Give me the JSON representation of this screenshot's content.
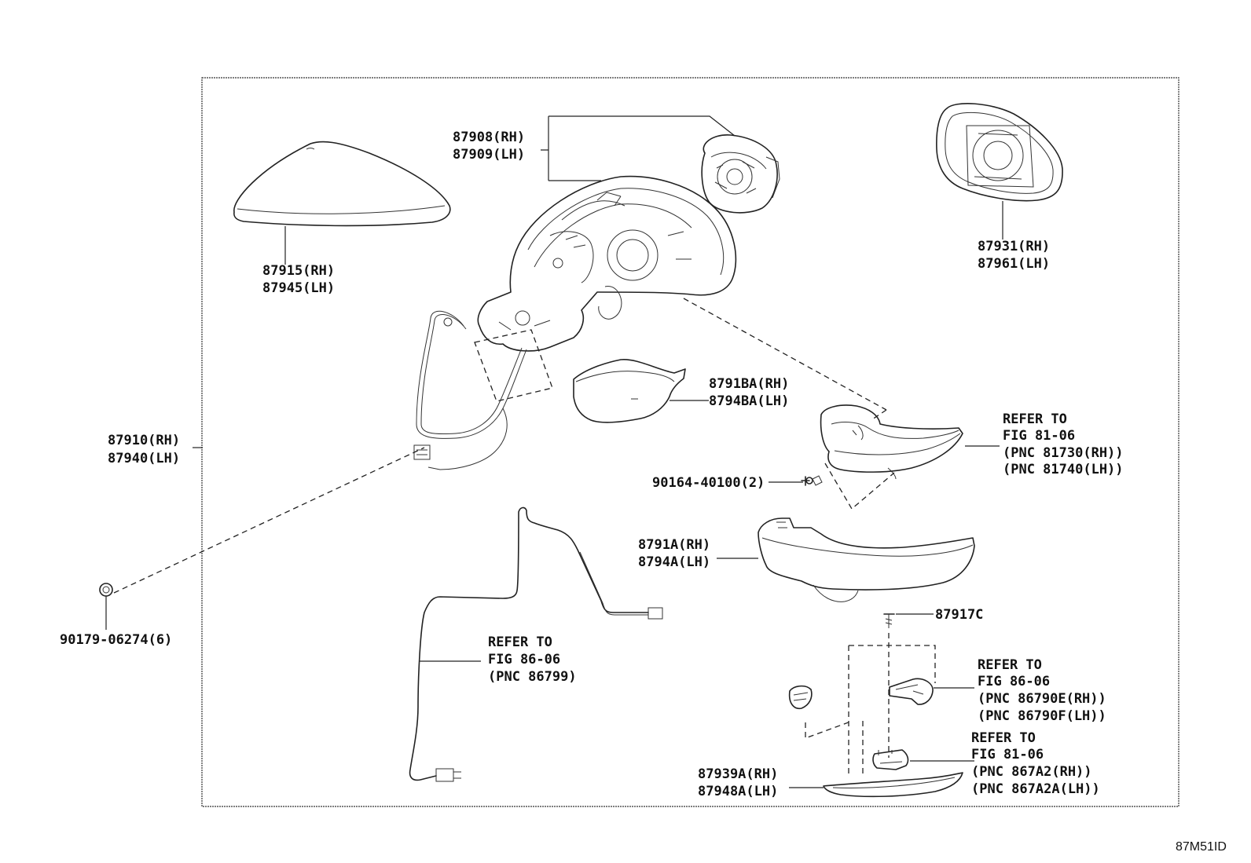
{
  "figure_id": "87M51ID",
  "callouts": {
    "c87908": [
      "87908(RH)",
      "87909(LH)"
    ],
    "c87915": [
      "87915(RH)",
      "87945(LH)"
    ],
    "c87931": [
      "87931(RH)",
      "87961(LH)"
    ],
    "c87910": [
      "87910(RH)",
      "87940(LH)"
    ],
    "c8791BA": [
      "8791BA(RH)",
      "8794BA(LH)"
    ],
    "cRef8106a": [
      "REFER TO",
      "FIG 81-06",
      "(PNC 81730(RH))",
      "(PNC 81740(LH))"
    ],
    "c90164": [
      "90164-40100(2)"
    ],
    "c8791A": [
      "8791A(RH)",
      "8794A(LH)"
    ],
    "c90179": [
      "90179-06274(6)"
    ],
    "c87917C": [
      "87917C"
    ],
    "cRef8606a": [
      "REFER TO",
      "FIG 86-06",
      "(PNC 86799)"
    ],
    "cRef8606b": [
      "REFER TO",
      "FIG 86-06",
      "(PNC 86790E(RH))",
      "(PNC 86790F(LH))"
    ],
    "cRef8106b": [
      "REFER TO",
      "FIG 81-06",
      "(PNC 867A2(RH))",
      "(PNC 867A2A(LH))"
    ],
    "c87939A": [
      "87939A(RH)",
      "87948A(LH)"
    ]
  }
}
